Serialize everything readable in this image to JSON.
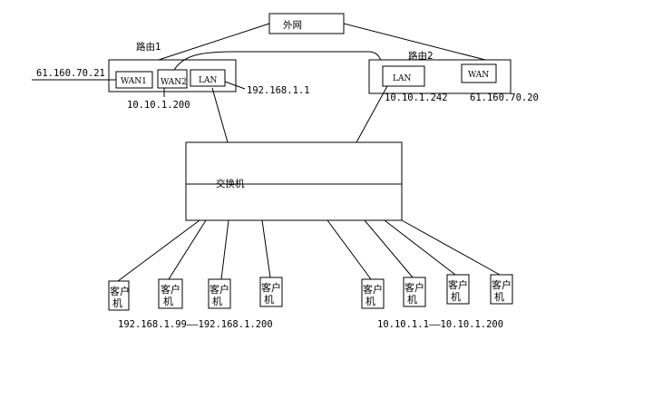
{
  "internet": {
    "label": "外网"
  },
  "router1": {
    "label": "路由1",
    "ports": {
      "wan1": "WAN1",
      "wan2": "WAN2",
      "lan": "LAN"
    },
    "wan1_ip": "61.160.70.21",
    "wan2_ip": "10.10.1.200",
    "lan_ip": "192.168.1.1"
  },
  "router2": {
    "label": "路由2",
    "ports": {
      "lan": "LAN",
      "wan": "WAN"
    },
    "lan_ip": "10.10.1.242",
    "wan_ip": "61.160.70.20"
  },
  "switch": {
    "label": "交换机"
  },
  "clients": {
    "line1": "客户",
    "line2": "机",
    "left_range": "192.168.1.99——192.168.1.200",
    "right_range": "10.10.1.1——10.10.1.200"
  }
}
